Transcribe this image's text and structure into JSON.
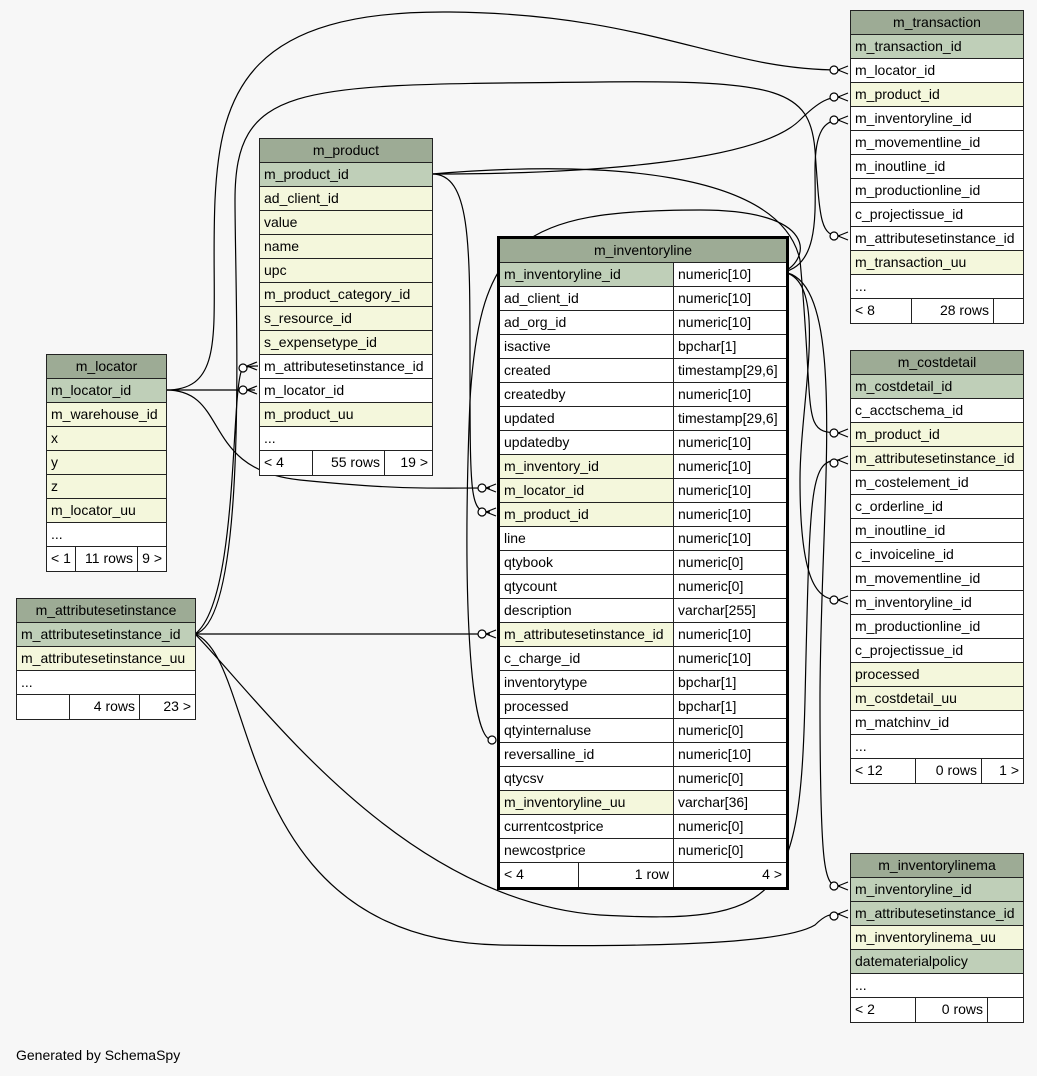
{
  "tables": {
    "m_transaction": {
      "name": "m_transaction",
      "columns": [
        {
          "name": "m_transaction_id",
          "kind": "pk"
        },
        {
          "name": "m_locator_id",
          "kind": "plain"
        },
        {
          "name": "m_product_id",
          "kind": "idx"
        },
        {
          "name": "m_inventoryline_id",
          "kind": "plain"
        },
        {
          "name": "m_movementline_id",
          "kind": "plain"
        },
        {
          "name": "m_inoutline_id",
          "kind": "plain"
        },
        {
          "name": "m_productionline_id",
          "kind": "plain"
        },
        {
          "name": "c_projectissue_id",
          "kind": "plain"
        },
        {
          "name": "m_attributesetinstance_id",
          "kind": "plain"
        },
        {
          "name": "m_transaction_uu",
          "kind": "idx"
        },
        {
          "name": "...",
          "kind": "plain"
        }
      ],
      "footer": [
        "< 8",
        "28 rows",
        ""
      ]
    },
    "m_product": {
      "name": "m_product",
      "columns": [
        {
          "name": "m_product_id",
          "kind": "pk"
        },
        {
          "name": "ad_client_id",
          "kind": "idx"
        },
        {
          "name": "value",
          "kind": "idx"
        },
        {
          "name": "name",
          "kind": "idx"
        },
        {
          "name": "upc",
          "kind": "idx"
        },
        {
          "name": "m_product_category_id",
          "kind": "idx"
        },
        {
          "name": "s_resource_id",
          "kind": "idx"
        },
        {
          "name": "s_expensetype_id",
          "kind": "idx"
        },
        {
          "name": "m_attributesetinstance_id",
          "kind": "plain"
        },
        {
          "name": "m_locator_id",
          "kind": "plain"
        },
        {
          "name": "m_product_uu",
          "kind": "idx"
        },
        {
          "name": "...",
          "kind": "plain"
        }
      ],
      "footer": [
        "< 4",
        "55 rows",
        "19 >"
      ]
    },
    "m_inventoryline": {
      "name": "m_inventoryline",
      "columns": [
        {
          "name": "m_inventoryline_id",
          "type": "numeric[10]",
          "kind": "pk"
        },
        {
          "name": "ad_client_id",
          "type": "numeric[10]",
          "kind": "plain"
        },
        {
          "name": "ad_org_id",
          "type": "numeric[10]",
          "kind": "plain"
        },
        {
          "name": "isactive",
          "type": "bpchar[1]",
          "kind": "plain"
        },
        {
          "name": "created",
          "type": "timestamp[29,6]",
          "kind": "plain"
        },
        {
          "name": "createdby",
          "type": "numeric[10]",
          "kind": "plain"
        },
        {
          "name": "updated",
          "type": "timestamp[29,6]",
          "kind": "plain"
        },
        {
          "name": "updatedby",
          "type": "numeric[10]",
          "kind": "plain"
        },
        {
          "name": "m_inventory_id",
          "type": "numeric[10]",
          "kind": "idx"
        },
        {
          "name": "m_locator_id",
          "type": "numeric[10]",
          "kind": "idx"
        },
        {
          "name": "m_product_id",
          "type": "numeric[10]",
          "kind": "idx"
        },
        {
          "name": "line",
          "type": "numeric[10]",
          "kind": "plain"
        },
        {
          "name": "qtybook",
          "type": "numeric[0]",
          "kind": "plain"
        },
        {
          "name": "qtycount",
          "type": "numeric[0]",
          "kind": "plain"
        },
        {
          "name": "description",
          "type": "varchar[255]",
          "kind": "plain"
        },
        {
          "name": "m_attributesetinstance_id",
          "type": "numeric[10]",
          "kind": "idx"
        },
        {
          "name": "c_charge_id",
          "type": "numeric[10]",
          "kind": "plain"
        },
        {
          "name": "inventorytype",
          "type": "bpchar[1]",
          "kind": "plain"
        },
        {
          "name": "processed",
          "type": "bpchar[1]",
          "kind": "plain"
        },
        {
          "name": "qtyinternaluse",
          "type": "numeric[0]",
          "kind": "plain"
        },
        {
          "name": "reversalline_id",
          "type": "numeric[10]",
          "kind": "plain"
        },
        {
          "name": "qtycsv",
          "type": "numeric[0]",
          "kind": "plain"
        },
        {
          "name": "m_inventoryline_uu",
          "type": "varchar[36]",
          "kind": "idx"
        },
        {
          "name": "currentcostprice",
          "type": "numeric[0]",
          "kind": "plain"
        },
        {
          "name": "newcostprice",
          "type": "numeric[0]",
          "kind": "plain"
        }
      ],
      "footer": [
        "< 4",
        "1 row",
        "4 >"
      ]
    },
    "m_locator": {
      "name": "m_locator",
      "columns": [
        {
          "name": "m_locator_id",
          "kind": "pk"
        },
        {
          "name": "m_warehouse_id",
          "kind": "idx"
        },
        {
          "name": "x",
          "kind": "idx"
        },
        {
          "name": "y",
          "kind": "idx"
        },
        {
          "name": "z",
          "kind": "idx"
        },
        {
          "name": "m_locator_uu",
          "kind": "idx"
        },
        {
          "name": "...",
          "kind": "plain"
        }
      ],
      "footer": [
        "< 1",
        "11 rows",
        "9 >"
      ]
    },
    "m_attributesetinstance": {
      "name": "m_attributesetinstance",
      "columns": [
        {
          "name": "m_attributesetinstance_id",
          "kind": "pk"
        },
        {
          "name": "m_attributesetinstance_uu",
          "kind": "idx"
        },
        {
          "name": "...",
          "kind": "plain"
        }
      ],
      "footer": [
        "",
        "4 rows",
        "23 >"
      ]
    },
    "m_costdetail": {
      "name": "m_costdetail",
      "columns": [
        {
          "name": "m_costdetail_id",
          "kind": "pk"
        },
        {
          "name": "c_acctschema_id",
          "kind": "plain"
        },
        {
          "name": "m_product_id",
          "kind": "idx"
        },
        {
          "name": "m_attributesetinstance_id",
          "kind": "idx"
        },
        {
          "name": "m_costelement_id",
          "kind": "plain"
        },
        {
          "name": "c_orderline_id",
          "kind": "plain"
        },
        {
          "name": "m_inoutline_id",
          "kind": "plain"
        },
        {
          "name": "c_invoiceline_id",
          "kind": "plain"
        },
        {
          "name": "m_movementline_id",
          "kind": "plain"
        },
        {
          "name": "m_inventoryline_id",
          "kind": "plain"
        },
        {
          "name": "m_productionline_id",
          "kind": "plain"
        },
        {
          "name": "c_projectissue_id",
          "kind": "plain"
        },
        {
          "name": "processed",
          "kind": "idx"
        },
        {
          "name": "m_costdetail_uu",
          "kind": "idx"
        },
        {
          "name": "m_matchinv_id",
          "kind": "plain"
        },
        {
          "name": "...",
          "kind": "plain"
        }
      ],
      "footer": [
        "< 12",
        "0 rows",
        "1 >"
      ]
    },
    "m_inventorylinema": {
      "name": "m_inventorylinema",
      "columns": [
        {
          "name": "m_inventoryline_id",
          "kind": "pk"
        },
        {
          "name": "m_attributesetinstance_id",
          "kind": "pk"
        },
        {
          "name": "m_inventorylinema_uu",
          "kind": "idx"
        },
        {
          "name": "datematerialpolicy",
          "kind": "pk"
        },
        {
          "name": "...",
          "kind": "plain"
        }
      ],
      "footer": [
        "< 2",
        "0 rows",
        ""
      ]
    }
  },
  "generated_by": "Generated by SchemaSpy"
}
